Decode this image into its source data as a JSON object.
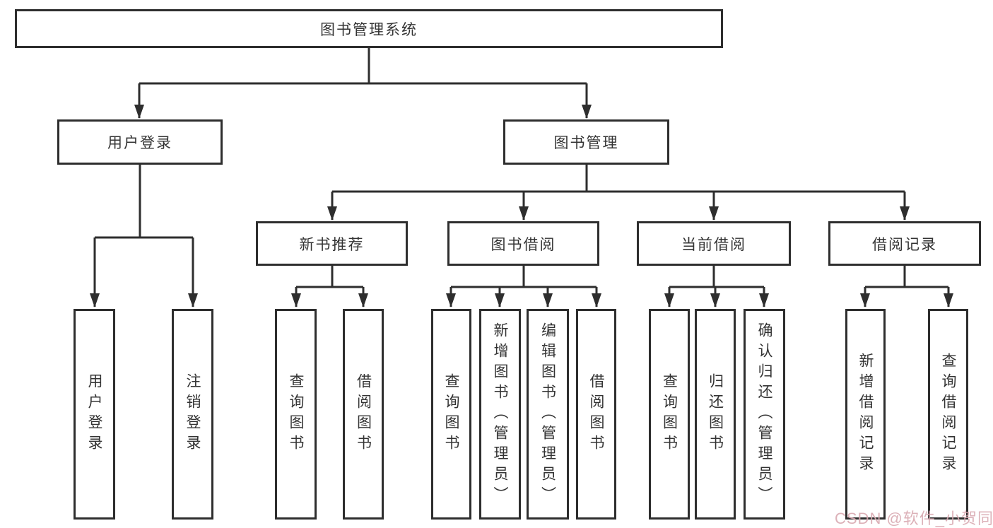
{
  "diagram": {
    "title": "图书管理系统",
    "tree": {
      "root": {
        "label": "图书管理系统"
      },
      "children": [
        {
          "label": "用户登录",
          "children": [
            {
              "label": "用户登录"
            },
            {
              "label": "注销登录"
            }
          ]
        },
        {
          "label": "图书管理",
          "children": [
            {
              "label": "新书推荐",
              "children": [
                {
                  "label": "查询图书"
                },
                {
                  "label": "借阅图书"
                }
              ]
            },
            {
              "label": "图书借阅",
              "children": [
                {
                  "label": "查询图书"
                },
                {
                  "label": "新增图书（管理员）"
                },
                {
                  "label": "编辑图书（管理员）"
                },
                {
                  "label": "借阅图书"
                }
              ]
            },
            {
              "label": "当前借阅",
              "children": [
                {
                  "label": "查询图书"
                },
                {
                  "label": "归还图书"
                },
                {
                  "label": "确认归还（管理员）"
                }
              ]
            },
            {
              "label": "借阅记录",
              "children": [
                {
                  "label": "新增借阅记录"
                },
                {
                  "label": "查询借阅记录"
                }
              ]
            }
          ]
        }
      ]
    },
    "colors": {
      "line": "#2e2e2e",
      "box_fill": "#ffffff",
      "text": "#333333",
      "watermark": "#d9a9b1",
      "background": "#ffffff"
    }
  },
  "watermark": {
    "text": "CSDN @软件_小贺同学"
  }
}
